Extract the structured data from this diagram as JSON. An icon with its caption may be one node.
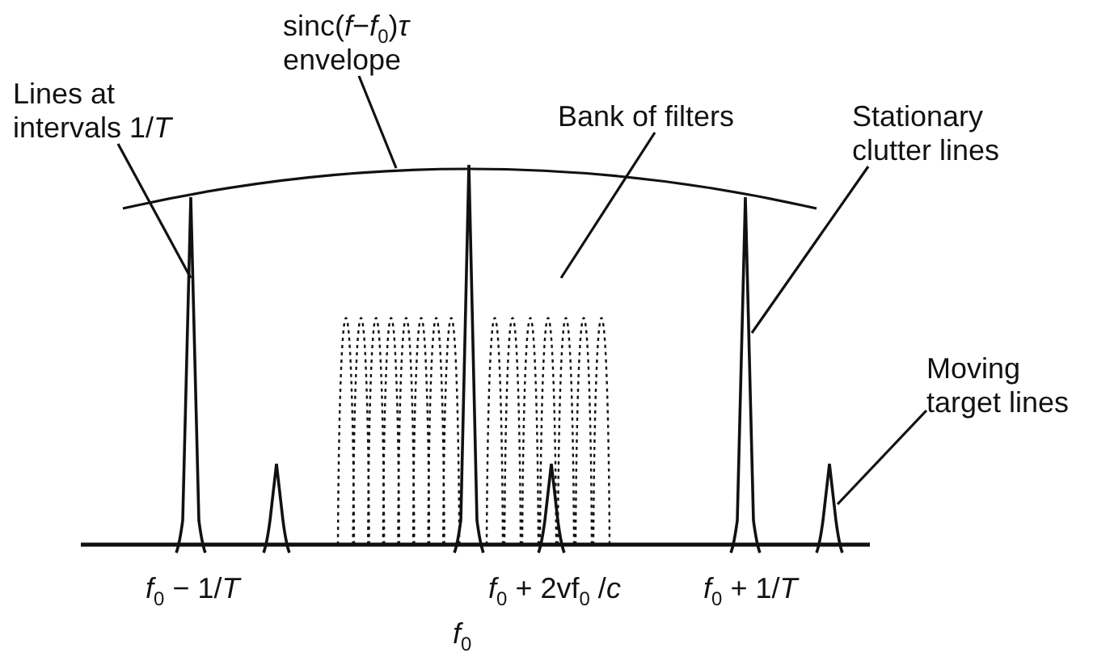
{
  "diagram": {
    "nodes": [
      {
        "text": [
          "Lines at intervals 1/*T*"
        ]
      },
      {
        "text": [
          "sinc(*f*−*f*$_{0}$)*τ* envelope"
        ]
      },
      {
        "text": [
          "Bank of filters"
        ]
      },
      {
        "text": [
          "Stationary clutter lines"
        ]
      },
      {
        "text": [
          "Moving target lines"
        ]
      },
      {
        "text": [],
        "shape": "spike"
      },
      {
        "text": [],
        "shape": "curve"
      },
      {
        "text": [],
        "shape": "picture"
      },
      {
        "text": [],
        "shape": "spike"
      },
      {
        "text": [],
        "shape": "spike"
      }
    ],
    "edges": [
      {
        "from": 0,
        "to": 5,
        "arrow": "none"
      },
      {
        "from": 1,
        "to": 6,
        "arrow": "none"
      },
      {
        "from": 2,
        "to": 7,
        "arrow": "none"
      },
      {
        "from": 3,
        "to": 8,
        "arrow": "none"
      },
      {
        "from": 4,
        "to": 9,
        "arrow": "none"
      }
    ],
    "labels": [
      "*f*$_{0}$ − 1/*T*",
      "*f*$_{0}$ + 2vf$_{0}$ /*c*",
      "*f*$_{0}$ + 1/*T*",
      "*f*$_{0}$"
    ]
  }
}
